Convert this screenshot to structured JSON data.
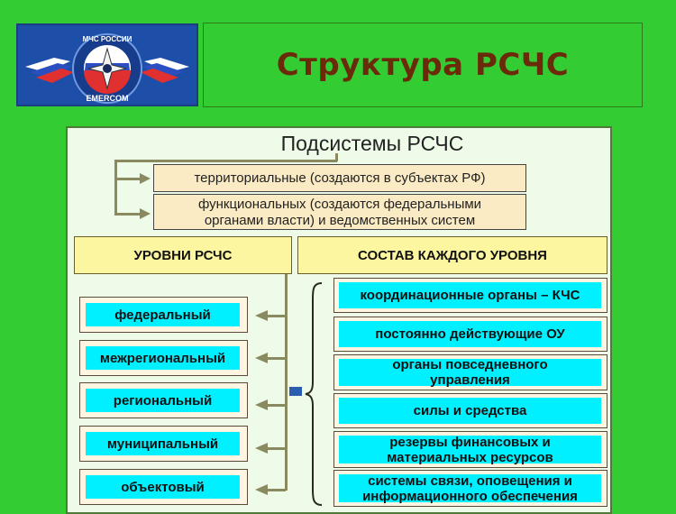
{
  "header": {
    "logo": {
      "top_text": "МЧС РОССИИ",
      "side_text": "EMERCOM"
    },
    "title": "Структура РСЧС"
  },
  "diagram": {
    "subsystems": {
      "title": "Подсистемы РСЧС",
      "items": [
        {
          "label": "территориальные (создаются в субъектах РФ)"
        },
        {
          "line1": "функциональных (создаются федеральными",
          "line2": "органами власти) и ведомственных систем"
        }
      ]
    },
    "levels": {
      "header": "УРОВНИ РСЧС",
      "items": [
        "федеральный",
        "межрегиональный",
        "региональный",
        "муниципальный",
        "объектовый"
      ]
    },
    "composition": {
      "header": "СОСТАВ КАЖДОГО УРОВНЯ",
      "items": [
        {
          "line1": "координационные органы – КЧС",
          "line2": ""
        },
        {
          "line1": "постоянно действующие ОУ",
          "line2": ""
        },
        {
          "line1": "органы повседневного",
          "line2": "управления"
        },
        {
          "line1": "силы и средства",
          "line2": ""
        },
        {
          "line1": "резервы финансовых и",
          "line2": "материальных ресурсов"
        },
        {
          "line1": "системы связи, оповещения и",
          "line2": "информационного обеспечения"
        }
      ]
    },
    "colors": {
      "background": "#33cc33",
      "title_text": "#6b2a0a",
      "panel": "#eefbe8",
      "header_box": "#fdf6a0",
      "subsystem_box": "#fbebc4",
      "item_fill": "#00f0ff",
      "connector": "#8a8a60"
    }
  }
}
